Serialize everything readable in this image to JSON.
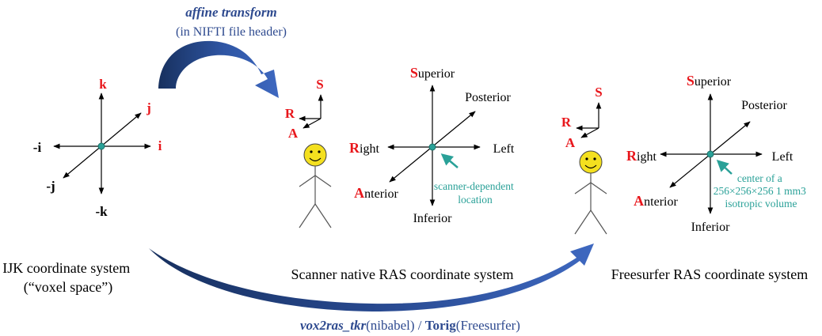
{
  "top_caption": {
    "title": "affine transform",
    "subtitle": "(in NIFTI file header)"
  },
  "bottom_caption": {
    "part1_bold": "vox2ras_tkr",
    "part1_rest": "(nibabel) / ",
    "part2_bold": "Torig",
    "part2_rest": "(Freesurfer)"
  },
  "ijk_axes": {
    "k": "k",
    "j": "j",
    "i": "i",
    "neg_i": "-i",
    "neg_j": "-j",
    "neg_k": "-k"
  },
  "ijk_caption": [
    "IJK coordinate system",
    "(“voxel space”)"
  ],
  "mini_axes": {
    "s": "S",
    "r": "R",
    "a": "A"
  },
  "scanner": {
    "superior_first": "S",
    "superior_rest": "uperior",
    "posterior": "Posterior",
    "right_first": "R",
    "right_rest": "ight",
    "left": "Left",
    "anterior_first": "A",
    "anterior_rest": "nterior",
    "inferior": "Inferior",
    "note": [
      "scanner-dependent",
      "location"
    ],
    "caption": "Scanner native RAS coordinate system"
  },
  "freesurfer": {
    "superior_first": "S",
    "superior_rest": "uperior",
    "posterior": "Posterior",
    "right_first": "R",
    "right_rest": "ight",
    "left": "Left",
    "anterior_first": "A",
    "anterior_rest": "nterior",
    "inferior": "Inferior",
    "note": [
      "center of a",
      "256×256×256 1 mm3",
      "isotropic volume"
    ],
    "caption": "Freesurfer RAS coordinate system"
  },
  "colors": {
    "red": "#e8161b",
    "blue_text": "#2e4a8f",
    "arrow_dark": "#1a3566",
    "arrow_light": "#3f63b0",
    "teal": "#2aa198",
    "face": "#f4e01f"
  }
}
